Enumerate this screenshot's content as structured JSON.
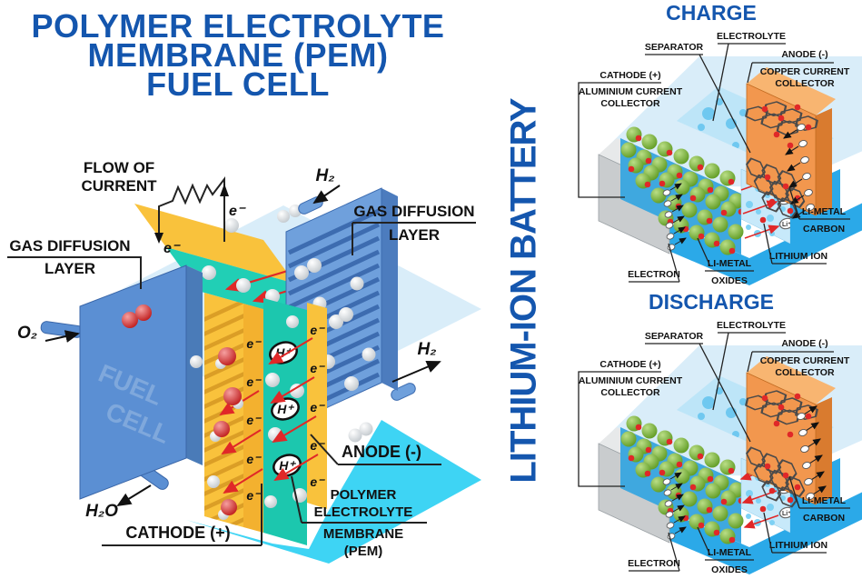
{
  "fuel_cell": {
    "title_lines": [
      "POLYMER ELECTROLYTE",
      "MEMBRANE (PEM)",
      "FUEL CELL"
    ],
    "labels": {
      "flow_of_current_1": "FLOW OF",
      "flow_of_current_2": "CURRENT",
      "gas_diffusion_1": "GAS DIFFUSION",
      "gas_diffusion_2": "LAYER",
      "o2": "O₂",
      "h2": "H₂",
      "h2o": "H₂O",
      "fuel": "FUEL",
      "cell": "CELL",
      "cathode": "CATHODE (+)",
      "anode": "ANODE (-)",
      "pem_lines": [
        "POLYMER",
        "ELECTROLYTE",
        "MEMBRANE",
        "(PEM)"
      ],
      "electron": "e⁻",
      "proton": "H⁺"
    }
  },
  "battery": {
    "side_title": "LITHIUM-ION BATTERY",
    "sections": [
      {
        "title": "CHARGE"
      },
      {
        "title": "DISCHARGE"
      }
    ],
    "labels": {
      "electrolyte": "ELECTROLYTE",
      "separator": "SEPARATOR",
      "anode": "ANODE (-)",
      "copper_1": "COPPER CURRENT",
      "copper_2": "COLLECTOR",
      "cathode": "CATHODE (+)",
      "aluminium_1": "ALUMINIUM CURRENT",
      "aluminium_2": "COLLECTOR",
      "electron": "ELECTRON",
      "oxides_1": "LI-METAL",
      "oxides_2": "OXIDES",
      "lithium_ion": "LITHIUM ION",
      "carbon_1": "LI-METAL",
      "carbon_2": "CARBON",
      "li_ion_symbol": "Li⁺",
      "e_symbol": "e"
    }
  },
  "colors": {
    "title_blue": "#1456AE",
    "plate_blue": "#5B8FD3",
    "gdl_blue": "#6FA0DC",
    "catalyst_yellow": "#F9C23C",
    "membrane_teal": "#1CC7AE",
    "floor_cyan": "#3ED4F4",
    "battery_floor_blue": "#2BA9E8",
    "copper_orange": "#F2974E",
    "collector_gray": "#C9CCCE",
    "oxide_green": "#85BD45",
    "ion_red": "#E02828"
  }
}
